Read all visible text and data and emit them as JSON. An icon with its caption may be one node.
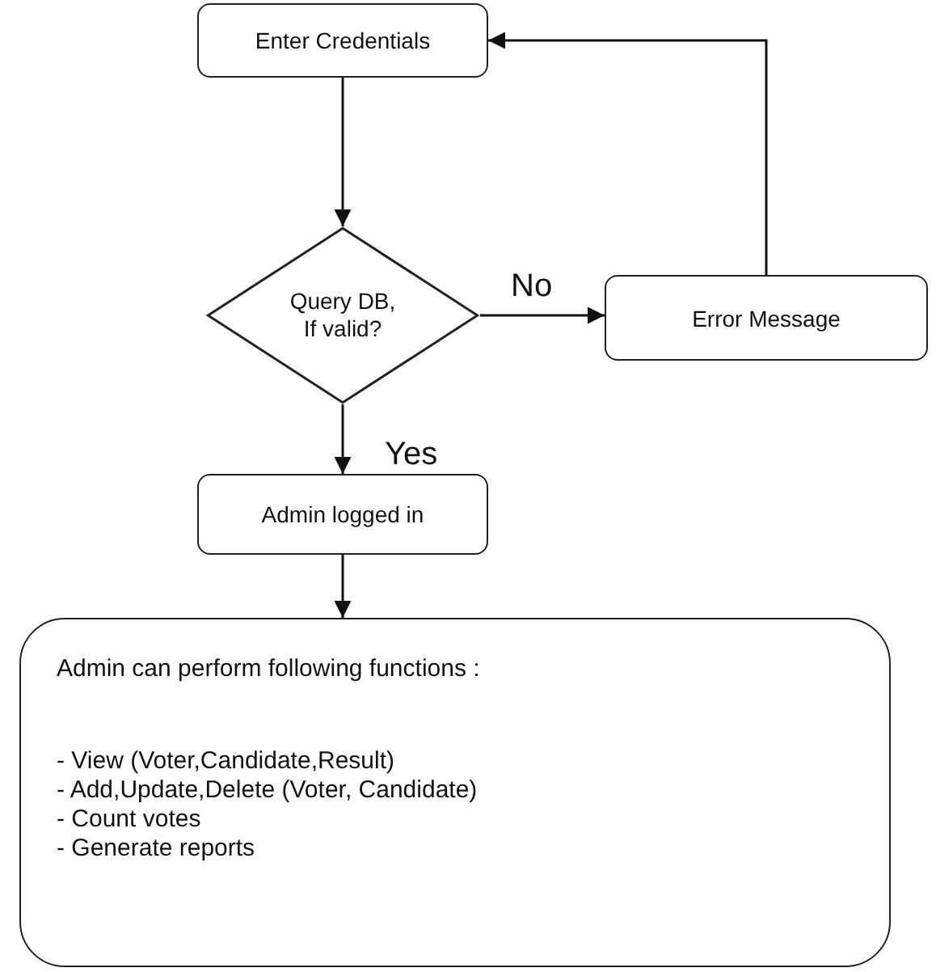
{
  "diagram": {
    "nodes": [
      {
        "text": [
          "Enter Credentials"
        ]
      },
      {
        "text": [
          "Query DB, If valid?"
        ]
      },
      {
        "text": [
          "Error Message"
        ]
      },
      {
        "text": [
          "Admin logged in"
        ]
      },
      {
        "text": [
          "Admin can perform following functions :",
          "- View (Voter,Candidate,Result)",
          "- Add,Update,Delete (Voter, Candidate)",
          "- Count votes",
          "- Generate reports"
        ]
      }
    ],
    "edges": [
      {
        "from": 0,
        "to": 1,
        "arrow": "to"
      },
      {
        "from": 1,
        "to": 2,
        "arrow": "to",
        "label": "No"
      },
      {
        "from": 2,
        "to": 0,
        "arrow": "to"
      },
      {
        "from": 1,
        "to": 3,
        "arrow": "to",
        "label": "Yes"
      },
      {
        "from": 3,
        "to": 4,
        "arrow": "to"
      }
    ]
  }
}
